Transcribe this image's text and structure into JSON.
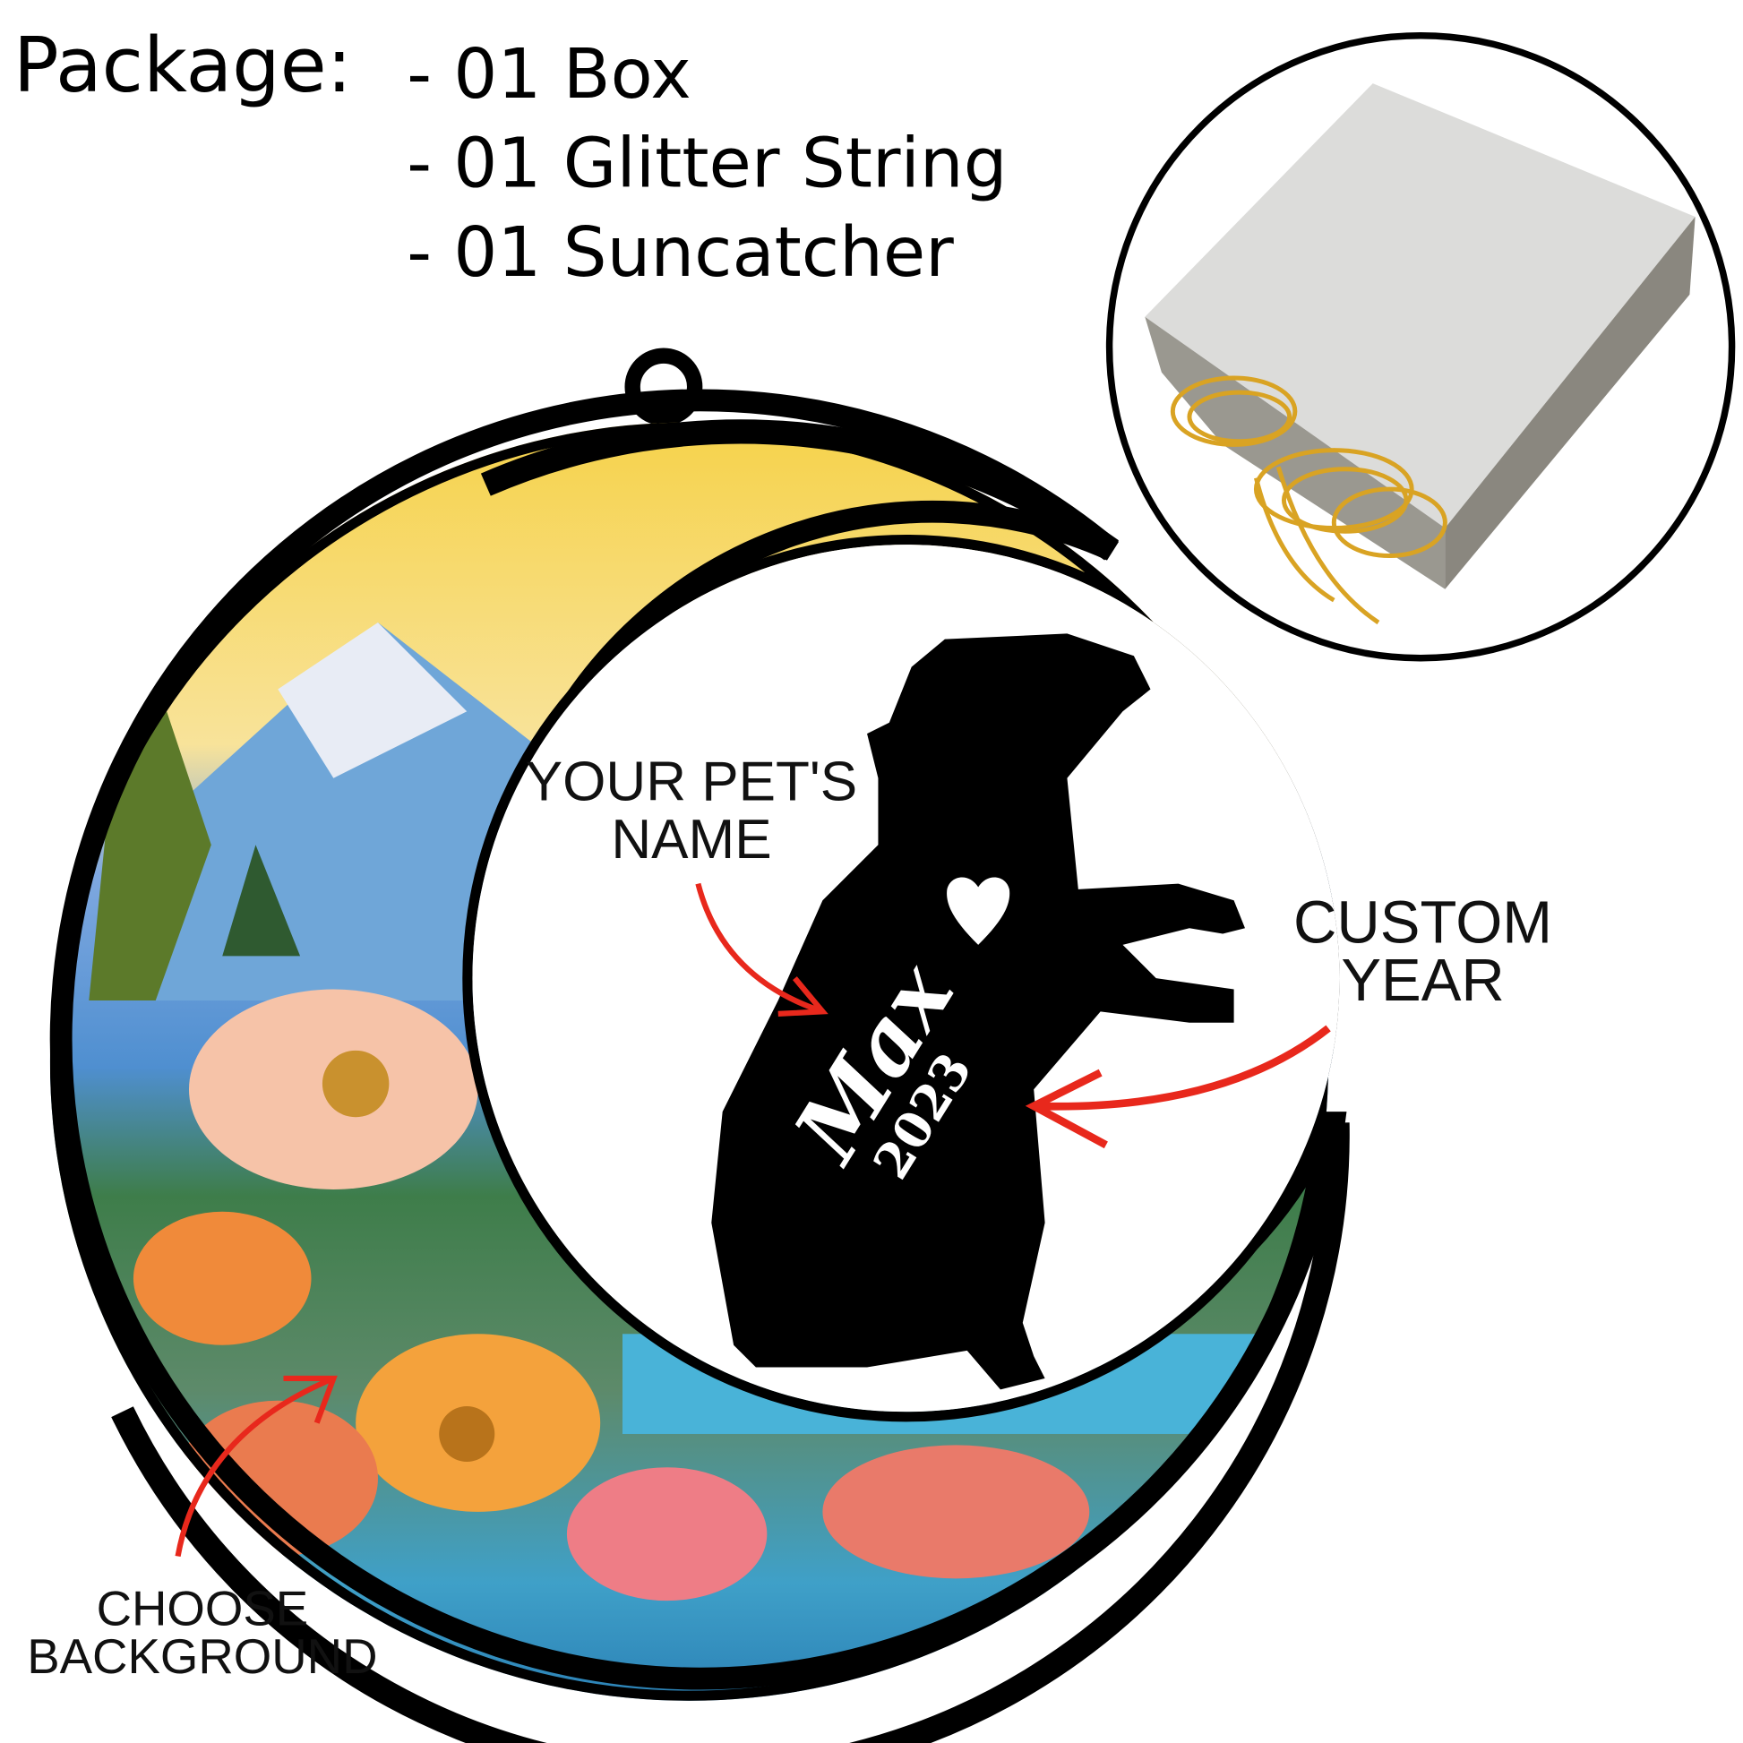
{
  "package": {
    "title": "Package:",
    "items": [
      "- 01 Box",
      "- 01 Glitter String",
      "- 01 Suncatcher"
    ]
  },
  "callouts": {
    "pet_name": [
      "YOUR PET'S",
      "NAME"
    ],
    "custom_year": [
      "CUSTOM",
      "YEAR"
    ],
    "background": [
      "CHOOSE",
      "BACKGROUND"
    ]
  },
  "engraving": {
    "name": "Max",
    "year": "2023"
  },
  "colors": {
    "arrow": "#e8281c",
    "frame": "#000000",
    "string": "#d9a323",
    "box": "#d8d8d6"
  }
}
